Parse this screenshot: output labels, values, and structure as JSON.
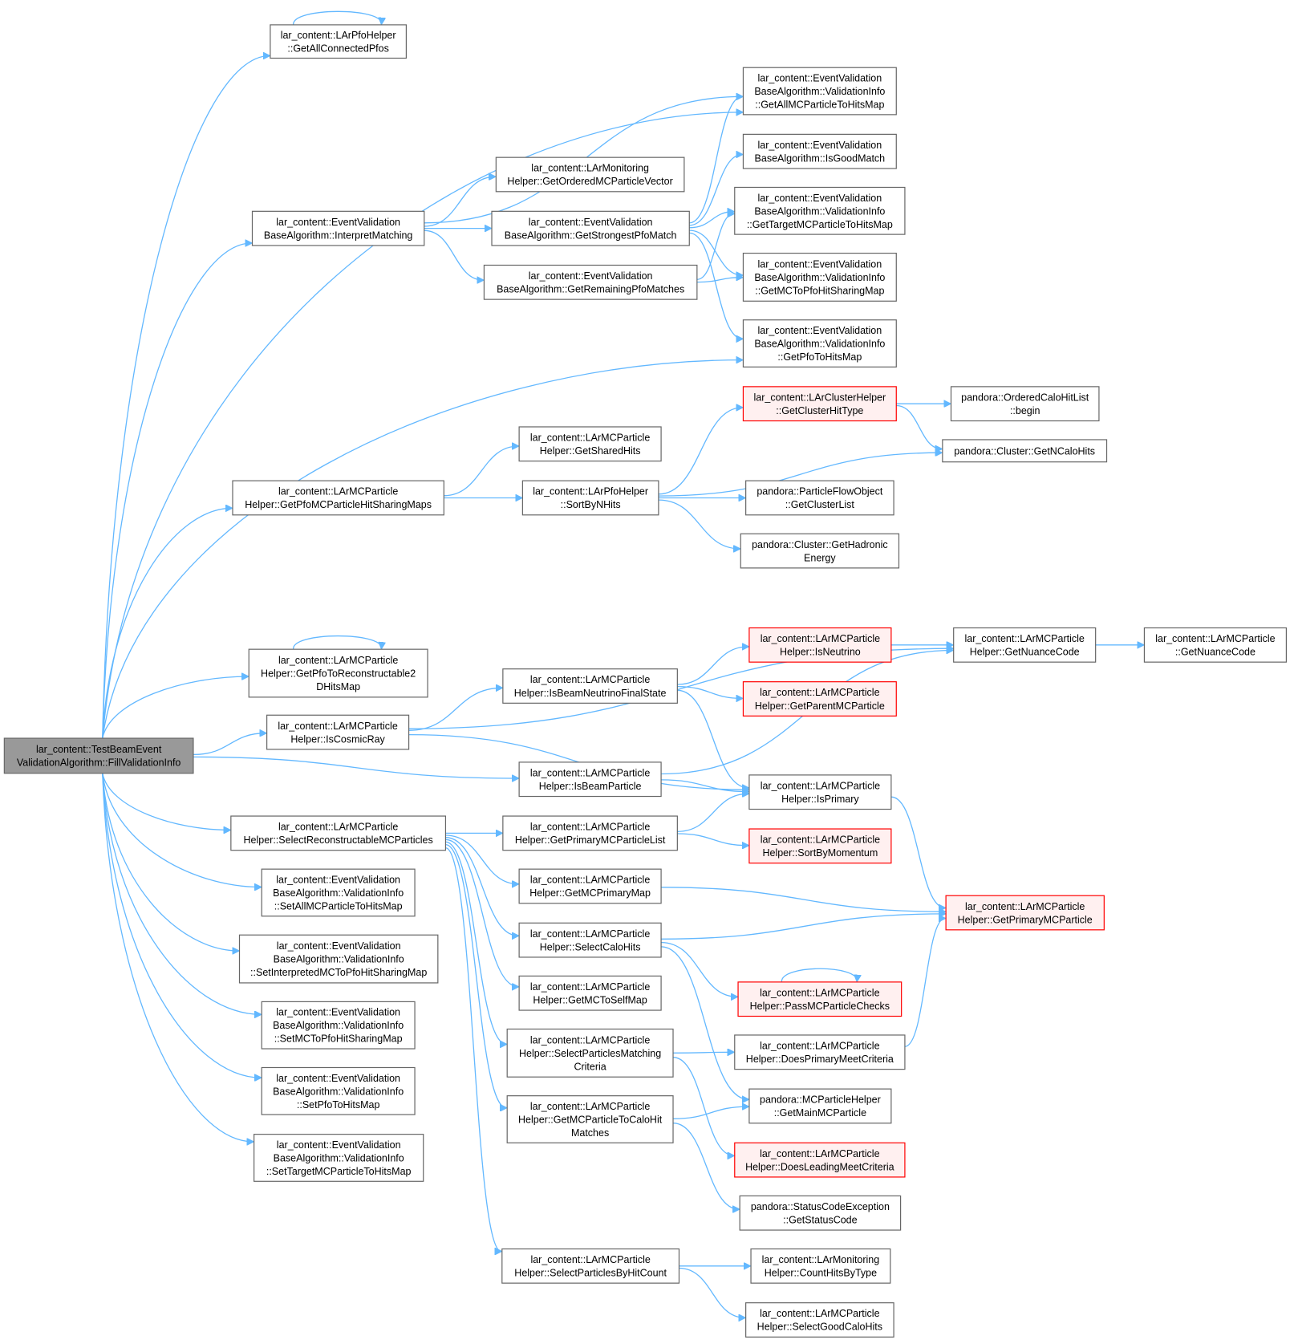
{
  "colors": {
    "edge": "#63b8ff",
    "node_fill": "#ffffff",
    "node_border": "#666666",
    "root_fill": "#999999",
    "root_border": "#666666",
    "red_fill": "#fff0f0",
    "red_border": "#ff0000"
  },
  "nodes": [
    {
      "id": "root",
      "style": "root",
      "lines": [
        "lar_content::TestBeamEvent",
        "ValidationAlgorithm::FillValidationInfo"
      ]
    },
    {
      "id": "gacp",
      "style": "normal",
      "lines": [
        "lar_content::LArPfoHelper",
        "::GetAllConnectedPfos"
      ]
    },
    {
      "id": "gamc",
      "style": "normal",
      "lines": [
        "lar_content::EventValidation",
        "BaseAlgorithm::ValidationInfo",
        "::GetAllMCParticleToHitsMap"
      ]
    },
    {
      "id": "igm",
      "style": "normal",
      "lines": [
        "lar_content::EventValidation",
        "BaseAlgorithm::IsGoodMatch"
      ]
    },
    {
      "id": "gomv",
      "style": "normal",
      "lines": [
        "lar_content::LArMonitoring",
        "Helper::GetOrderedMCParticleVector"
      ]
    },
    {
      "id": "im",
      "style": "normal",
      "lines": [
        "lar_content::EventValidation",
        "BaseAlgorithm::InterpretMatching"
      ]
    },
    {
      "id": "gspm",
      "style": "normal",
      "lines": [
        "lar_content::EventValidation",
        "BaseAlgorithm::GetStrongestPfoMatch"
      ]
    },
    {
      "id": "gtmc",
      "style": "normal",
      "lines": [
        "lar_content::EventValidation",
        "BaseAlgorithm::ValidationInfo",
        "::GetTargetMCParticleToHitsMap"
      ]
    },
    {
      "id": "grpm",
      "style": "normal",
      "lines": [
        "lar_content::EventValidation",
        "BaseAlgorithm::GetRemainingPfoMatches"
      ]
    },
    {
      "id": "gmcp",
      "style": "normal",
      "lines": [
        "lar_content::EventValidation",
        "BaseAlgorithm::ValidationInfo",
        "::GetMCToPfoHitSharingMap"
      ]
    },
    {
      "id": "gpth",
      "style": "normal",
      "lines": [
        "lar_content::EventValidation",
        "BaseAlgorithm::ValidationInfo",
        "::GetPfoToHitsMap"
      ]
    },
    {
      "id": "gcht",
      "style": "red",
      "lines": [
        "lar_content::LArClusterHelper",
        "::GetClusterHitType"
      ]
    },
    {
      "id": "ochb",
      "style": "normal",
      "lines": [
        "pandora::OrderedCaloHitList",
        "::begin"
      ]
    },
    {
      "id": "gsh",
      "style": "normal",
      "lines": [
        "lar_content::LArMCParticle",
        "Helper::GetSharedHits"
      ]
    },
    {
      "id": "gnch",
      "style": "normal",
      "lines": [
        "pandora::Cluster::GetNCaloHits"
      ]
    },
    {
      "id": "gpmc",
      "style": "normal",
      "lines": [
        "lar_content::LArMCParticle",
        "Helper::GetPfoMCParticleHitSharingMaps"
      ]
    },
    {
      "id": "sbnh",
      "style": "normal",
      "lines": [
        "lar_content::LArPfoHelper",
        "::SortByNHits"
      ]
    },
    {
      "id": "gcl",
      "style": "normal",
      "lines": [
        "pandora::ParticleFlowObject",
        "::GetClusterList"
      ]
    },
    {
      "id": "ghe",
      "style": "normal",
      "lines": [
        "pandora::Cluster::GetHadronic",
        "Energy"
      ]
    },
    {
      "id": "gpr2",
      "style": "normal",
      "lines": [
        "lar_content::LArMCParticle",
        "Helper::GetPfoToReconstructable2",
        "DHitsMap"
      ]
    },
    {
      "id": "isn",
      "style": "red",
      "lines": [
        "lar_content::LArMCParticle",
        "Helper::IsNeutrino"
      ]
    },
    {
      "id": "gnc1",
      "style": "normal",
      "lines": [
        "lar_content::LArMCParticle",
        "Helper::GetNuanceCode"
      ]
    },
    {
      "id": "gnc2",
      "style": "normal",
      "lines": [
        "lar_content::LArMCParticle",
        "::GetNuanceCode"
      ]
    },
    {
      "id": "ibnf",
      "style": "normal",
      "lines": [
        "lar_content::LArMCParticle",
        "Helper::IsBeamNeutrinoFinalState"
      ]
    },
    {
      "id": "gpar",
      "style": "red",
      "lines": [
        "lar_content::LArMCParticle",
        "Helper::GetParentMCParticle"
      ]
    },
    {
      "id": "icr",
      "style": "normal",
      "lines": [
        "lar_content::LArMCParticle",
        "Helper::IsCosmicRay"
      ]
    },
    {
      "id": "ibp",
      "style": "normal",
      "lines": [
        "lar_content::LArMCParticle",
        "Helper::IsBeamParticle"
      ]
    },
    {
      "id": "ipr",
      "style": "normal",
      "lines": [
        "lar_content::LArMCParticle",
        "Helper::IsPrimary"
      ]
    },
    {
      "id": "srmc",
      "style": "normal",
      "lines": [
        "lar_content::LArMCParticle",
        "Helper::SelectReconstructableMCParticles"
      ]
    },
    {
      "id": "gpml",
      "style": "normal",
      "lines": [
        "lar_content::LArMCParticle",
        "Helper::GetPrimaryMCParticleList"
      ]
    },
    {
      "id": "sbm",
      "style": "red",
      "lines": [
        "lar_content::LArMCParticle",
        "Helper::SortByMomentum"
      ]
    },
    {
      "id": "samc",
      "style": "normal",
      "lines": [
        "lar_content::EventValidation",
        "BaseAlgorithm::ValidationInfo",
        "::SetAllMCParticleToHitsMap"
      ]
    },
    {
      "id": "gmpm",
      "style": "normal",
      "lines": [
        "lar_content::LArMCParticle",
        "Helper::GetMCPrimaryMap"
      ]
    },
    {
      "id": "gpmp",
      "style": "red",
      "lines": [
        "lar_content::LArMCParticle",
        "Helper::GetPrimaryMCParticle"
      ]
    },
    {
      "id": "simc",
      "style": "normal",
      "lines": [
        "lar_content::EventValidation",
        "BaseAlgorithm::ValidationInfo",
        "::SetInterpretedMCToPfoHitSharingMap"
      ]
    },
    {
      "id": "sch",
      "style": "normal",
      "lines": [
        "lar_content::LArMCParticle",
        "Helper::SelectCaloHits"
      ]
    },
    {
      "id": "pmcc",
      "style": "red",
      "lines": [
        "lar_content::LArMCParticle",
        "Helper::PassMCParticleChecks"
      ]
    },
    {
      "id": "gmts",
      "style": "normal",
      "lines": [
        "lar_content::LArMCParticle",
        "Helper::GetMCToSelfMap"
      ]
    },
    {
      "id": "smcp",
      "style": "normal",
      "lines": [
        "lar_content::EventValidation",
        "BaseAlgorithm::ValidationInfo",
        "::SetMCToPfoHitSharingMap"
      ]
    },
    {
      "id": "spmc",
      "style": "normal",
      "lines": [
        "lar_content::LArMCParticle",
        "Helper::SelectParticlesMatching",
        "Criteria"
      ]
    },
    {
      "id": "dpmc",
      "style": "normal",
      "lines": [
        "lar_content::LArMCParticle",
        "Helper::DoesPrimaryMeetCriteria"
      ]
    },
    {
      "id": "spth",
      "style": "normal",
      "lines": [
        "lar_content::EventValidation",
        "BaseAlgorithm::ValidationInfo",
        "::SetPfoToHitsMap"
      ]
    },
    {
      "id": "gmch",
      "style": "normal",
      "lines": [
        "lar_content::LArMCParticle",
        "Helper::GetMCParticleToCaloHit",
        "Matches"
      ]
    },
    {
      "id": "gmmc",
      "style": "normal",
      "lines": [
        "pandora::MCParticleHelper",
        "::GetMainMCParticle"
      ]
    },
    {
      "id": "stmc",
      "style": "normal",
      "lines": [
        "lar_content::EventValidation",
        "BaseAlgorithm::ValidationInfo",
        "::SetTargetMCParticleToHitsMap"
      ]
    },
    {
      "id": "dlmc",
      "style": "red",
      "lines": [
        "lar_content::LArMCParticle",
        "Helper::DoesLeadingMeetCriteria"
      ]
    },
    {
      "id": "gsc",
      "style": "normal",
      "lines": [
        "pandora::StatusCodeException",
        "::GetStatusCode"
      ]
    },
    {
      "id": "sphc",
      "style": "normal",
      "lines": [
        "lar_content::LArMCParticle",
        "Helper::SelectParticlesByHitCount"
      ]
    },
    {
      "id": "chbt",
      "style": "normal",
      "lines": [
        "lar_content::LArMonitoring",
        "Helper::CountHitsByType"
      ]
    },
    {
      "id": "sgch",
      "style": "normal",
      "lines": [
        "lar_content::LArMCParticle",
        "Helper::SelectGoodCaloHits"
      ]
    }
  ],
  "edges": [
    [
      "root",
      "gacp"
    ],
    [
      "root",
      "gamc"
    ],
    [
      "root",
      "im"
    ],
    [
      "root",
      "gpth"
    ],
    [
      "root",
      "gpmc"
    ],
    [
      "root",
      "gpr2"
    ],
    [
      "root",
      "icr"
    ],
    [
      "root",
      "ibp"
    ],
    [
      "root",
      "srmc"
    ],
    [
      "root",
      "samc"
    ],
    [
      "root",
      "simc"
    ],
    [
      "root",
      "smcp"
    ],
    [
      "root",
      "spth"
    ],
    [
      "root",
      "stmc"
    ],
    [
      "gacp",
      "gacp"
    ],
    [
      "gpr2",
      "gpr2"
    ],
    [
      "pmcc",
      "pmcc"
    ],
    [
      "im",
      "gamc"
    ],
    [
      "im",
      "gomv"
    ],
    [
      "im",
      "gspm"
    ],
    [
      "im",
      "grpm"
    ],
    [
      "gspm",
      "gamc"
    ],
    [
      "gspm",
      "igm"
    ],
    [
      "gspm",
      "gtmc"
    ],
    [
      "gspm",
      "gmcp"
    ],
    [
      "gspm",
      "gpth"
    ],
    [
      "grpm",
      "gtmc"
    ],
    [
      "grpm",
      "gmcp"
    ],
    [
      "gpmc",
      "gsh"
    ],
    [
      "gpmc",
      "sbnh"
    ],
    [
      "sbnh",
      "gcht"
    ],
    [
      "sbnh",
      "gnch"
    ],
    [
      "sbnh",
      "gcl"
    ],
    [
      "sbnh",
      "ghe"
    ],
    [
      "gcht",
      "ochb"
    ],
    [
      "gcht",
      "gnch"
    ],
    [
      "icr",
      "gnc1"
    ],
    [
      "icr",
      "ibnf"
    ],
    [
      "icr",
      "ipr"
    ],
    [
      "ibnf",
      "isn"
    ],
    [
      "ibnf",
      "gpar"
    ],
    [
      "ibnf",
      "ipr"
    ],
    [
      "isn",
      "gnc1"
    ],
    [
      "gnc1",
      "gnc2"
    ],
    [
      "ibp",
      "gnc1"
    ],
    [
      "ibp",
      "ipr"
    ],
    [
      "ipr",
      "gpmp"
    ],
    [
      "srmc",
      "gpml"
    ],
    [
      "srmc",
      "gmpm"
    ],
    [
      "srmc",
      "sch"
    ],
    [
      "srmc",
      "gmts"
    ],
    [
      "srmc",
      "spmc"
    ],
    [
      "srmc",
      "gmch"
    ],
    [
      "srmc",
      "sphc"
    ],
    [
      "gpml",
      "ipr"
    ],
    [
      "gpml",
      "sbm"
    ],
    [
      "gmpm",
      "gpmp"
    ],
    [
      "sch",
      "gpmp"
    ],
    [
      "sch",
      "pmcc"
    ],
    [
      "sch",
      "gmmc"
    ],
    [
      "spmc",
      "dpmc"
    ],
    [
      "spmc",
      "dlmc"
    ],
    [
      "dpmc",
      "gpmp"
    ],
    [
      "gmch",
      "gmmc"
    ],
    [
      "gmch",
      "gsc"
    ],
    [
      "sphc",
      "chbt"
    ],
    [
      "sphc",
      "sgch"
    ]
  ]
}
